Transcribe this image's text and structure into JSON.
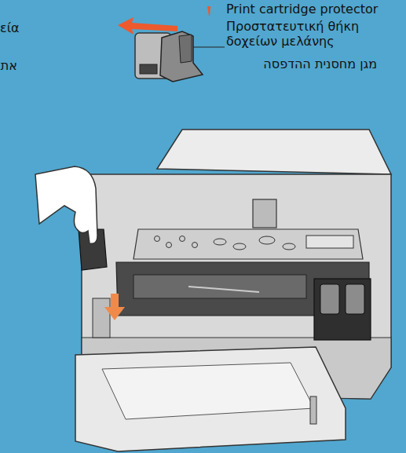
{
  "diagram": {
    "labels": [
      "εία",
      "את",
      "Print cartridge protector",
      "Προστατευτική θήκη δοχείων μελάνης",
      "מגן מחסנית ההדפסה"
    ]
  }
}
